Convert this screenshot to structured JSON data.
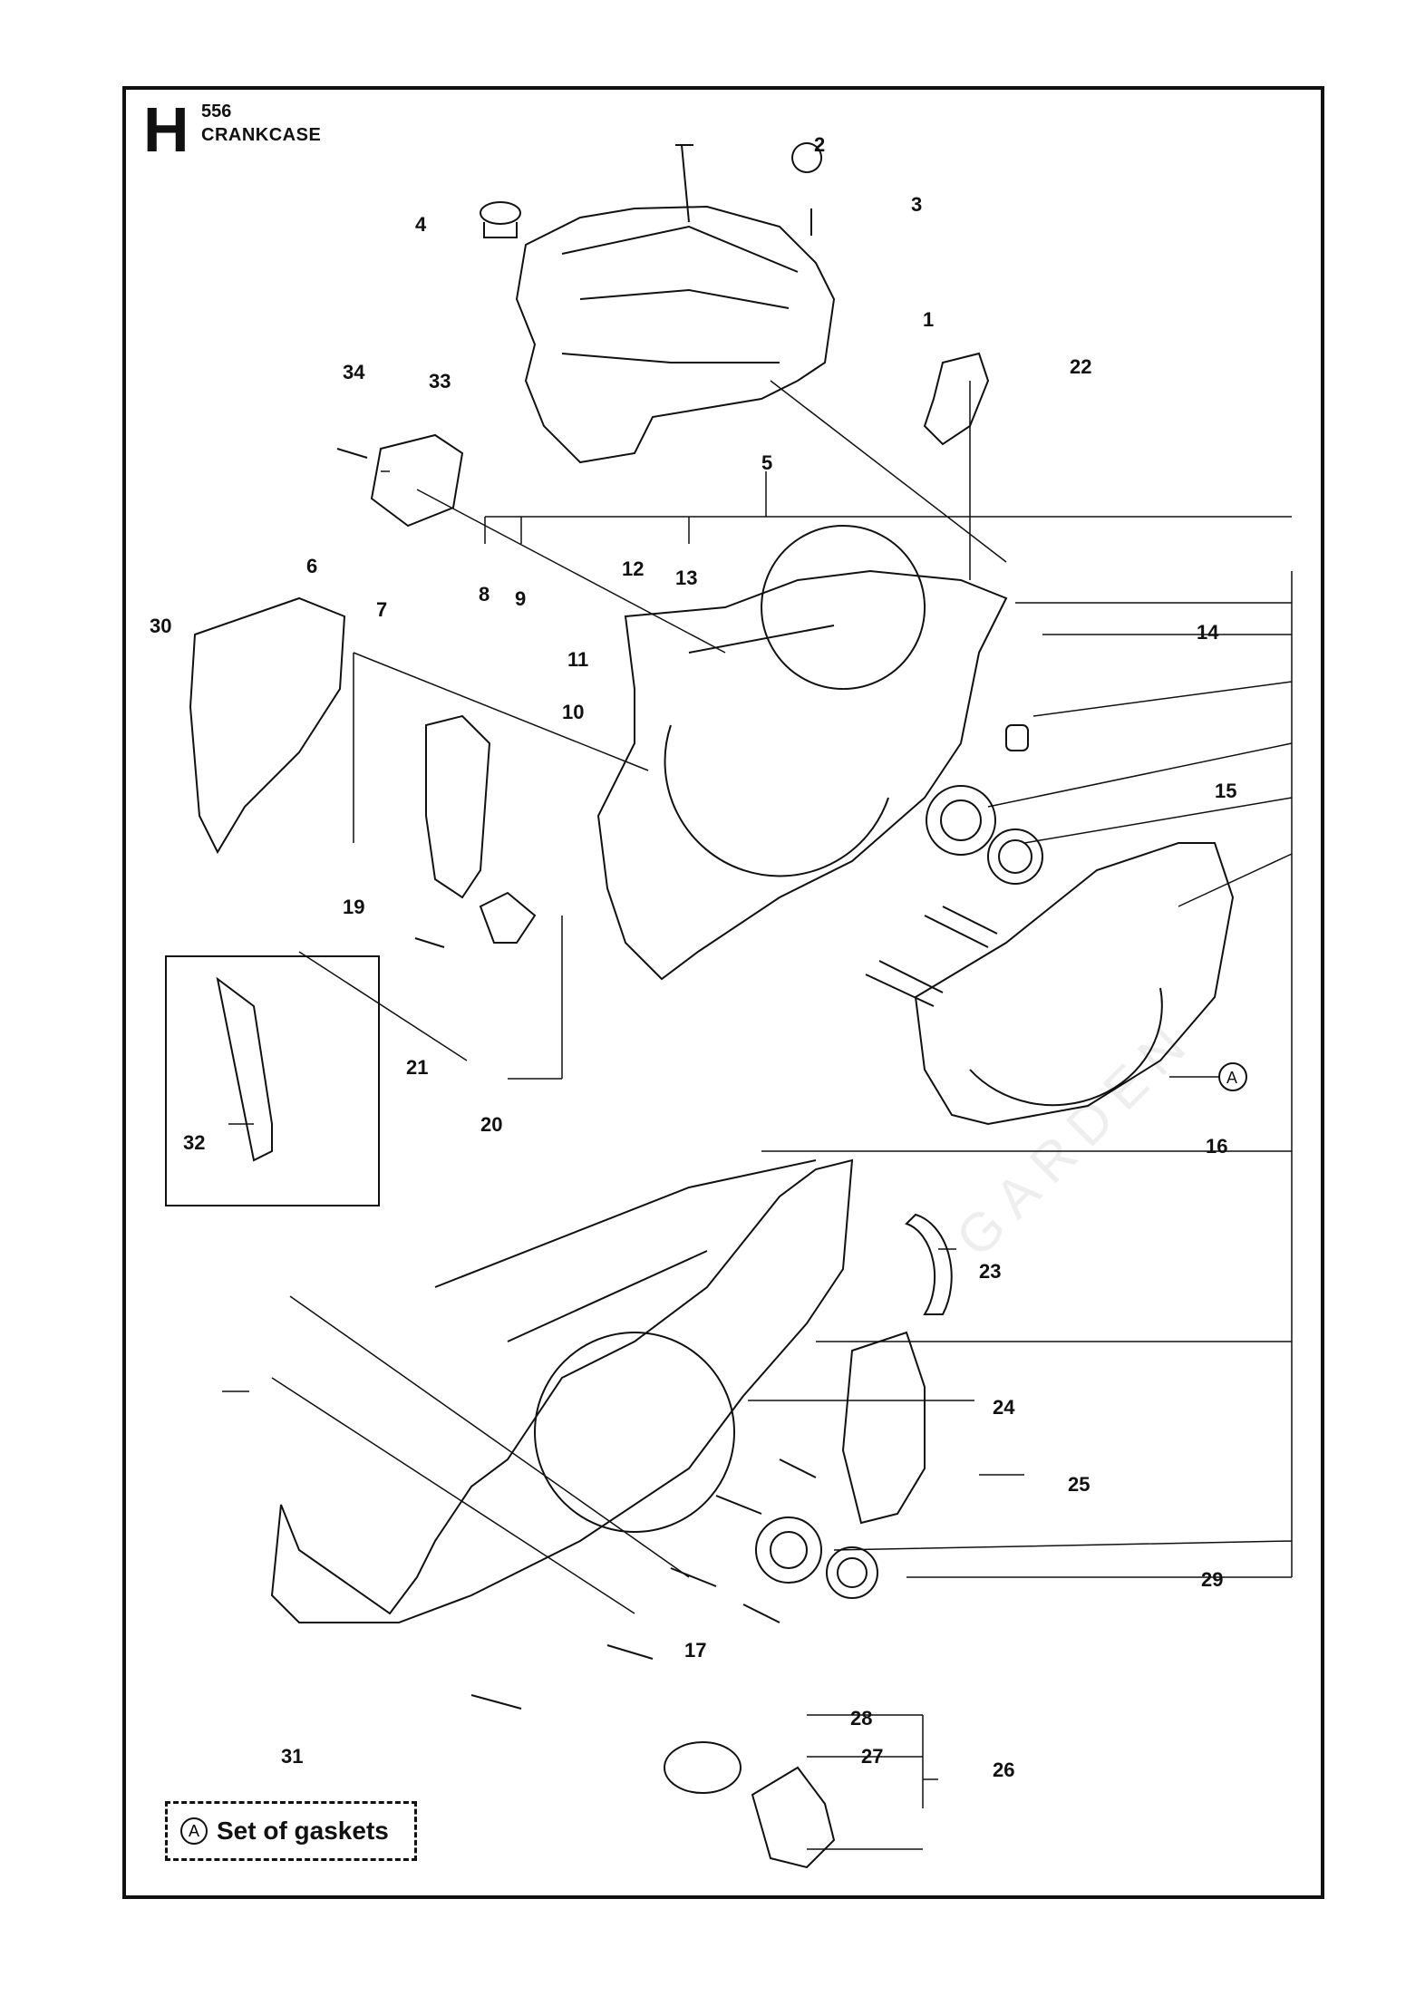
{
  "header": {
    "section": "H",
    "model": "556",
    "title": "CRANKCASE"
  },
  "callouts": [
    "1",
    "2",
    "3",
    "4",
    "5",
    "6",
    "7",
    "8",
    "9",
    "10",
    "11",
    "12",
    "13",
    "14",
    "15",
    "16",
    "17",
    "19",
    "20",
    "21",
    "22",
    "23",
    "24",
    "25",
    "26",
    "27",
    "28",
    "29",
    "30",
    "31",
    "32",
    "33",
    "34"
  ],
  "legend": {
    "marker": "A",
    "text": "Set of gaskets"
  },
  "watermark": "GARDEN",
  "colors": {
    "line": "#111111",
    "background": "#ffffff",
    "watermark": "#eeeeee"
  }
}
